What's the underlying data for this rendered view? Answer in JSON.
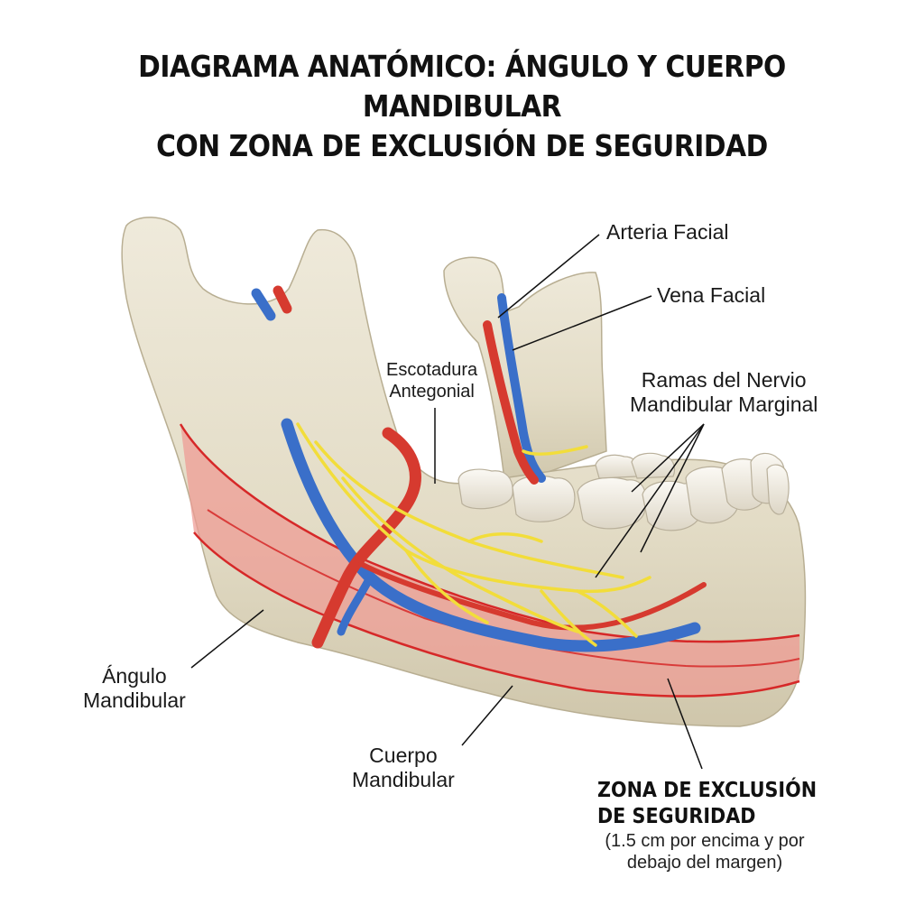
{
  "title": {
    "line1": "DIAGRAMA ANATÓMICO: ÁNGULO Y CUERPO MANDIBULAR",
    "line2": "CON ZONA DE EXCLUSIÓN DE SEGURIDAD"
  },
  "labels": {
    "arteria_facial": "Arteria Facial",
    "vena_facial": "Vena Facial",
    "escotadura_line1": "Escotadura",
    "escotadura_line2": "Antegonial",
    "ramas_line1": "Ramas del Nervio",
    "ramas_line2": "Mandibular Marginal",
    "angulo_line1": "Ángulo",
    "angulo_line2": "Mandibular",
    "cuerpo_line1": "Cuerpo",
    "cuerpo_line2": "Mandibular",
    "zona_line1": "ZONA DE EXCLUSIÓN",
    "zona_line2": "DE SEGURIDAD",
    "zona_note_line1": "(1.5 cm por encima y por",
    "zona_note_line2": "debajo del margen)"
  },
  "colors": {
    "bone": "#e6e0cc",
    "bone_shadow": "#c9c0a6",
    "zone_fill": "#ef9a93",
    "zone_border": "#d62828",
    "artery": "#d63a2f",
    "vein": "#3a6fc9",
    "nerve": "#f2dd3a",
    "tooth": "#f4f1ea"
  }
}
